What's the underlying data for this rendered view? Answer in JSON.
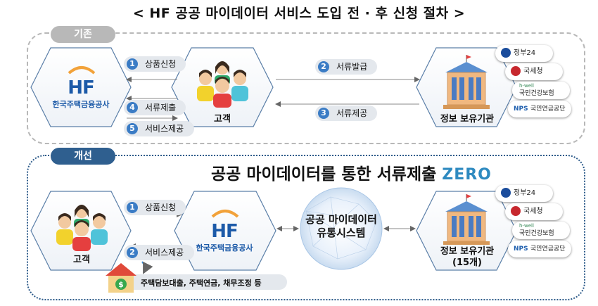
{
  "title": "< HF 공공 마이데이터 서비스 도입 전 · 후 신청 절차 >",
  "before": {
    "tag": "기존",
    "hf": {
      "logo": "HF",
      "name": "한국주택금융공사"
    },
    "customer": "고객",
    "institution": "정보 보유기관",
    "steps": [
      {
        "num": "1",
        "label": "상품신청"
      },
      {
        "num": "2",
        "label": "서류발급"
      },
      {
        "num": "3",
        "label": "서류제공"
      },
      {
        "num": "4",
        "label": "서류제출"
      },
      {
        "num": "5",
        "label": "서비스제공"
      }
    ],
    "logos": [
      "정부24",
      "국세청",
      "국민건강보험",
      "국민연금공단"
    ],
    "logo_small": [
      "h-well",
      "NPS"
    ]
  },
  "after": {
    "tag": "개선",
    "slogan": "공공 마이데이터를 통한 서류제출",
    "slogan_zero": "ZERO",
    "customer": "고객",
    "hf": {
      "logo": "HF",
      "name": "한국주택금융공사"
    },
    "system_line1": "공공 마이데이터",
    "system_line2": "유통시스템",
    "institution": "정보 보유기관",
    "institution_count": "(15개)",
    "steps": [
      {
        "num": "1",
        "label": "상품신청"
      },
      {
        "num": "2",
        "label": "서비스제공"
      }
    ],
    "logos": [
      "정부24",
      "국세청",
      "국민건강보험",
      "국민연금공단"
    ],
    "logo_small": [
      "h-well",
      "NPS"
    ],
    "benefit": "주택담보대출, 주택연금, 채무조정 등"
  },
  "colors": {
    "hf_blue": "#1c5aa8",
    "step_blue": "#3b7cc5",
    "after_border": "#2d5b8a",
    "zero": "#2e8ac0",
    "before_border": "#b8b8b8"
  }
}
